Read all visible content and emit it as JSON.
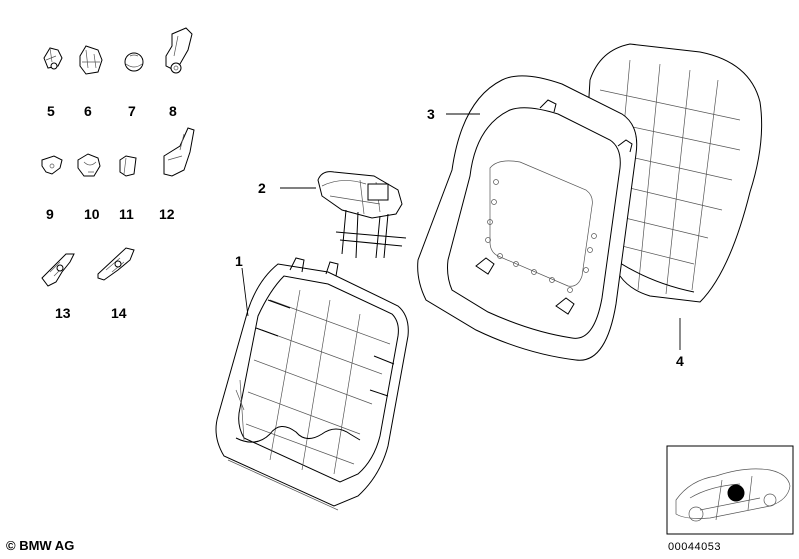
{
  "callouts": [
    {
      "id": "5",
      "label": "5"
    },
    {
      "id": "6",
      "label": "6"
    },
    {
      "id": "7",
      "label": "7"
    },
    {
      "id": "8",
      "label": "8"
    },
    {
      "id": "9",
      "label": "9"
    },
    {
      "id": "10",
      "label": "10"
    },
    {
      "id": "11",
      "label": "11"
    },
    {
      "id": "12",
      "label": "12"
    },
    {
      "id": "13",
      "label": "13"
    },
    {
      "id": "14",
      "label": "14"
    },
    {
      "id": "2",
      "label": "2"
    },
    {
      "id": "1",
      "label": "1"
    },
    {
      "id": "3",
      "label": "3"
    },
    {
      "id": "4",
      "label": "4"
    }
  ],
  "footer": {
    "copyright": "© BMW AG",
    "document_number": "00044053"
  }
}
